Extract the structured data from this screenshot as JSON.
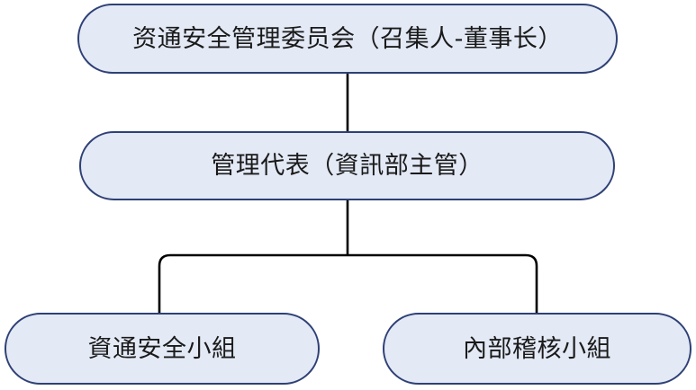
{
  "diagram": {
    "type": "organization-chart",
    "background_color": "#ffffff",
    "node_fill_color": "#e3e9f5",
    "node_border_color": "#2e4075",
    "connector_color": "#000000",
    "text_color": "#1a1a1a",
    "nodes": [
      {
        "id": "committee",
        "label": "资通安全管理委员会（召集人-董事长）",
        "level": 1
      },
      {
        "id": "management_rep",
        "label": "管理代表（資訊部主管）",
        "level": 2
      },
      {
        "id": "security_team",
        "label": "資通安全小組",
        "level": 3
      },
      {
        "id": "audit_team",
        "label": "內部稽核小組",
        "level": 3
      }
    ],
    "edges": [
      {
        "from": "committee",
        "to": "management_rep"
      },
      {
        "from": "management_rep",
        "to": "security_team"
      },
      {
        "from": "management_rep",
        "to": "audit_team"
      }
    ]
  }
}
